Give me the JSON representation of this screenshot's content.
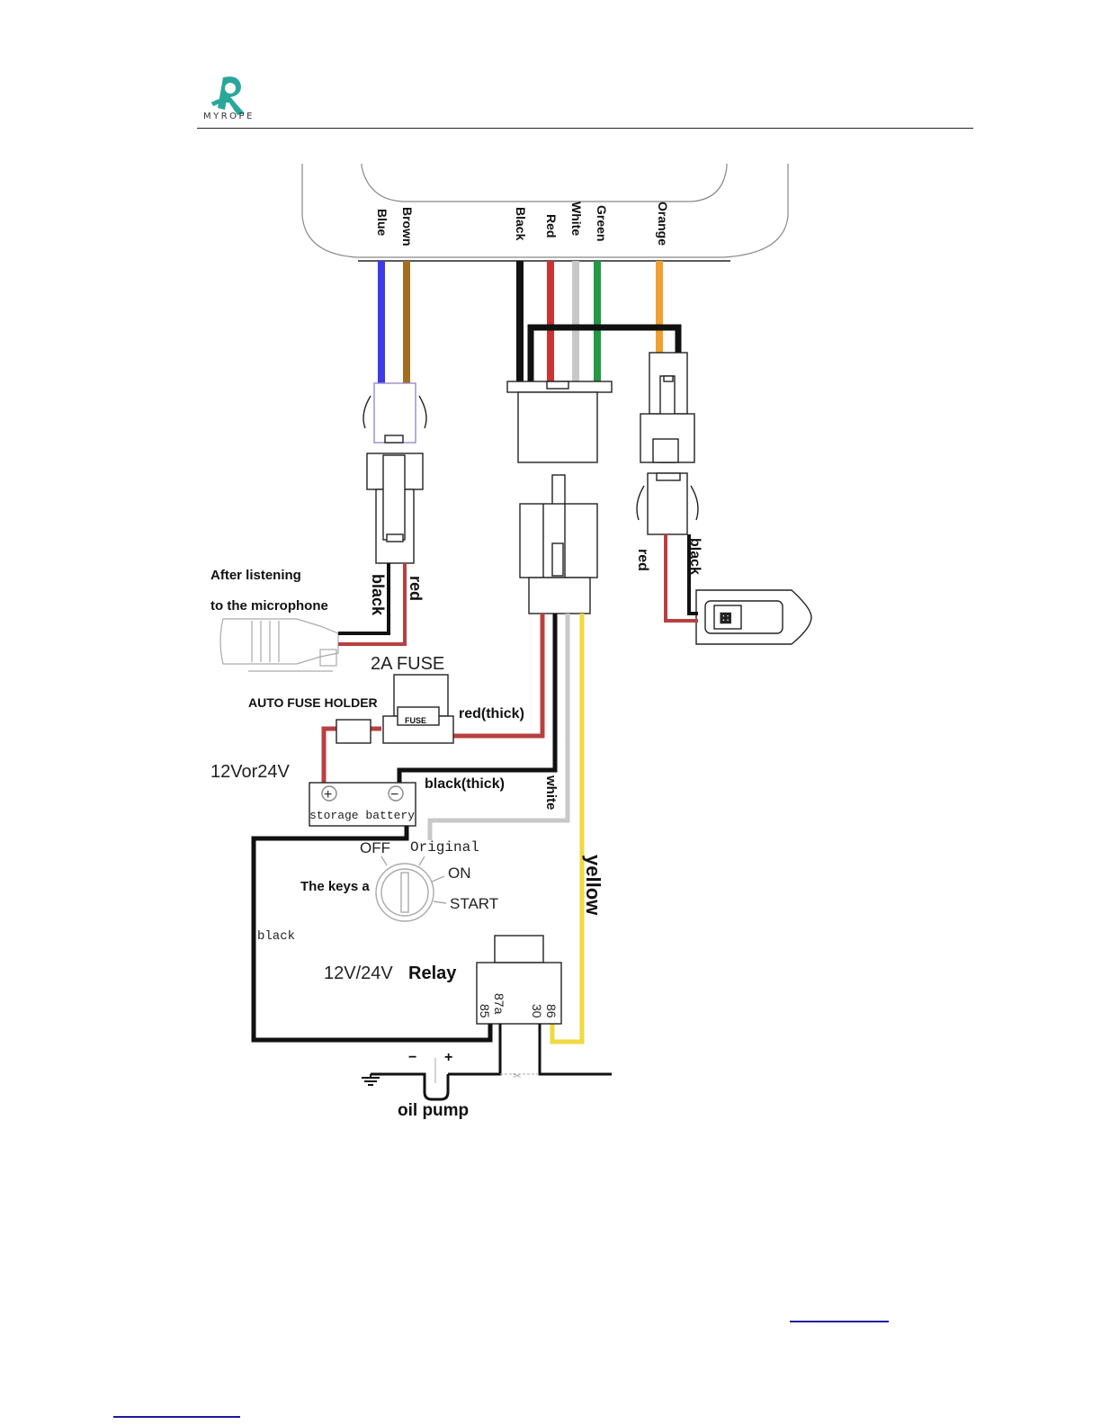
{
  "header": {
    "logo_text": "MYROPE",
    "brand_color": "#2aa79b"
  },
  "diagram": {
    "device_wires": [
      "Blue",
      "Brown",
      "Black",
      "Red",
      "White",
      "Green",
      "Orange"
    ],
    "wire_colors": {
      "blue": "#3b3be8",
      "brown": "#a07020",
      "black": "#111111",
      "red": "#cc3333",
      "white": "#c8c8c8",
      "green": "#229944",
      "orange": "#f0a030",
      "yellow": "#f0d840",
      "darkred": "#b84040"
    },
    "labels": {
      "mic_line1": "After listening",
      "mic_line2": "to the microphone",
      "mic_black": "black",
      "mic_red": "red",
      "fuse_title": "2A FUSE",
      "fuse_holder": "AUTO FUSE HOLDER",
      "fuse_text": "FUSE",
      "red_thick": "red(thick)",
      "voltage": "12Vor24V",
      "battery": "storage battery",
      "black_thick": "black(thick)",
      "white": "white",
      "yellow": "yellow",
      "key_off": "OFF",
      "key_original": "Original",
      "key_on": "ON",
      "key_start": "START",
      "keys_label": "The keys a",
      "black_left": "black",
      "relay_voltage": "12V/24V",
      "relay_word": "Relay",
      "relay_pin_85": "85",
      "relay_pin_87a": "87a",
      "relay_pin_30": "30",
      "relay_pin_86": "86",
      "pump_minus": "−",
      "pump_plus": "+",
      "oil_pump": "oil pump",
      "sos_red": "red",
      "sos_black": "black",
      "plus_sign": "+",
      "minus_sign": "−"
    }
  },
  "footer": {
    "links": [
      "",
      ""
    ]
  }
}
